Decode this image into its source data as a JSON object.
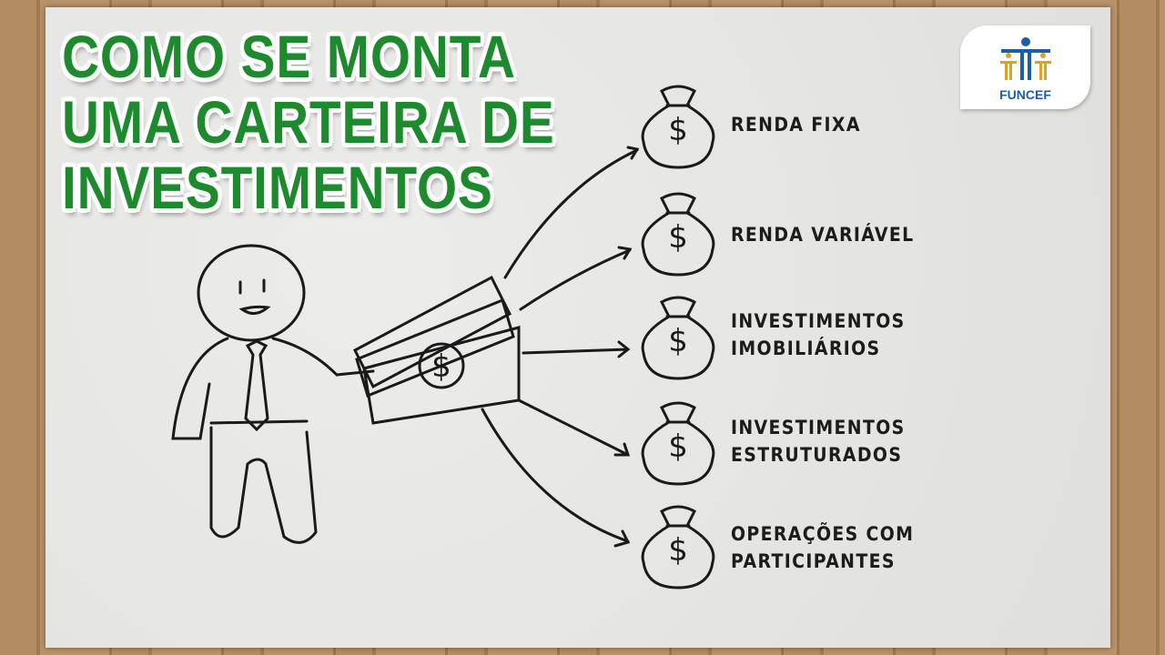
{
  "title": {
    "lines": [
      "COMO SE MONTA",
      "UMA CARTEIRA DE",
      "INVESTIMENTOS"
    ]
  },
  "logo": {
    "text": "FUNCEF"
  },
  "investments": [
    {
      "lines": [
        "RENDA FIXA"
      ]
    },
    {
      "lines": [
        "RENDA VARIÁVEL"
      ]
    },
    {
      "lines": [
        "INVESTIMENTOS",
        "IMOBILIÁRIOS"
      ]
    },
    {
      "lines": [
        "INVESTIMENTOS",
        "ESTRUTURADOS"
      ]
    },
    {
      "lines": [
        "OPERAÇÕES COM",
        "PARTICIPANTES"
      ]
    }
  ],
  "colors": {
    "title_green": "#1e8a2e",
    "logo_blue": "#1a5ea8",
    "logo_gold": "#e0a020"
  }
}
